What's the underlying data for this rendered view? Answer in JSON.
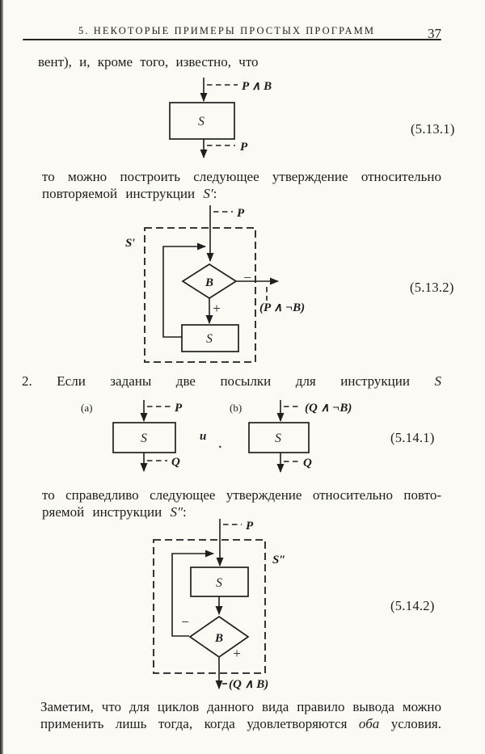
{
  "colors": {
    "paper": "#fbfaf5",
    "ink": "#1c1c1c"
  },
  "page": {
    "header_title": "5. НЕКОТОРЫЕ ПРИМЕРЫ ПРОСТЫХ ПРОГРАММ",
    "number": "37"
  },
  "text": {
    "p1": "вент), и, кроме того, известно, что",
    "p2_line1": "то можно построить следующее утверждение относительно",
    "p2_line2_pre": "повторяемой инструкции",
    "p2_line2_math": "S′",
    "p2_line2_post": ":",
    "item2_marker": "2.",
    "item2_pre": "Если заданы две посылки для инструкции",
    "item2_math": "S",
    "p3_line1": "то справедливо следующее утверждение относительно повто-",
    "p3_line2_pre": "ряемой инструкции",
    "p3_line2_math": "S″",
    "p3_line2_post": ":",
    "p4_line1": "Заметим, что для циклов данного вида правило вывода можно",
    "p4_line2_pre": "применить лишь тогда, когда удовлетворяются",
    "p4_line2_em": "оба",
    "p4_line2_post": "условия."
  },
  "fig1": {
    "eq": "(5.13.1)",
    "in_label": "P ∧ B",
    "box": "S",
    "out_label": "P"
  },
  "fig2": {
    "eq": "(5.13.2)",
    "in_label": "P",
    "outer": "S′",
    "decision": "B",
    "minus": "−",
    "plus": "+",
    "exit_label": "(P ∧ ¬B)",
    "box": "S"
  },
  "fig3": {
    "eq": "(5.14.1)",
    "tag_a": "(a)",
    "tag_b": "(b)",
    "conj": "и",
    "dot": ".",
    "a_in": "P",
    "a_box": "S",
    "a_out": "Q",
    "b_in": "(Q ∧ ¬B)",
    "b_box": "S",
    "b_out": "Q"
  },
  "fig4": {
    "eq": "(5.14.2)",
    "in_label": "P",
    "outer": "S″",
    "box": "S",
    "decision": "B",
    "minus": "−",
    "plus": "+",
    "exit_label": "(Q ∧ B)"
  }
}
